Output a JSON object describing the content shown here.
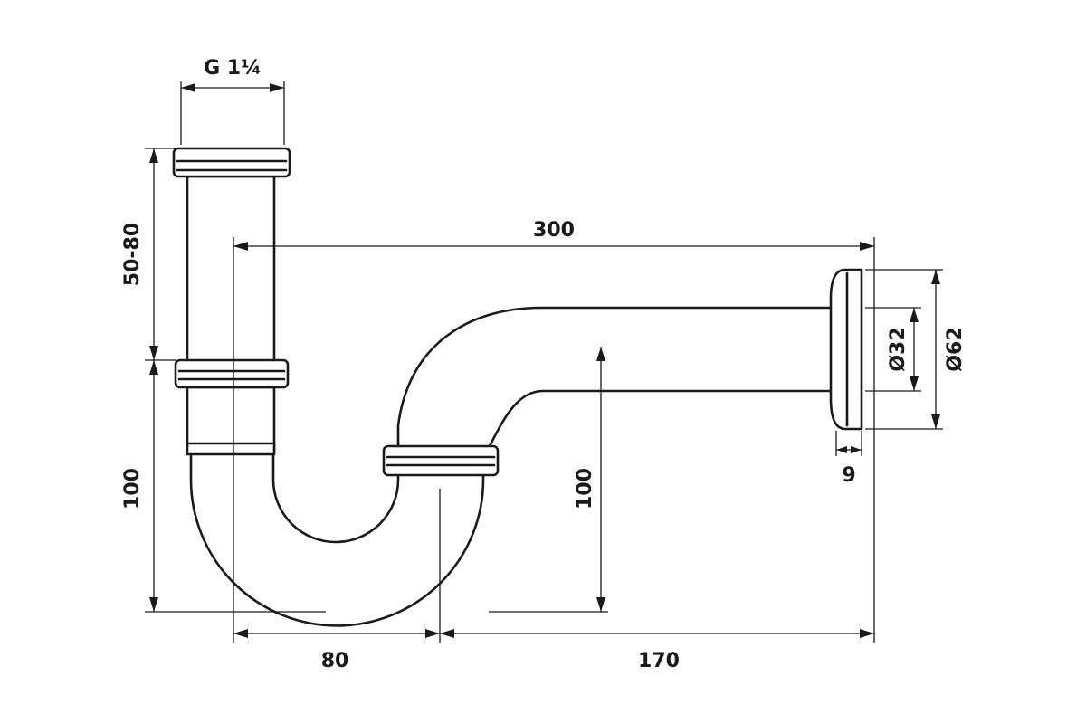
{
  "diagram": {
    "dimensions": {
      "thread": "G 1¼",
      "stub_height": "50-80",
      "tail_length": "300",
      "bottom_left_height": "100",
      "right_drop_height": "100",
      "trap_width": "80",
      "outlet_length": "170",
      "rosette_thickness": "9",
      "pipe_diameter": "Ø32",
      "rosette_diameter": "Ø62"
    },
    "colors": {
      "line": "#1a1a1a",
      "background": "#ffffff"
    }
  }
}
